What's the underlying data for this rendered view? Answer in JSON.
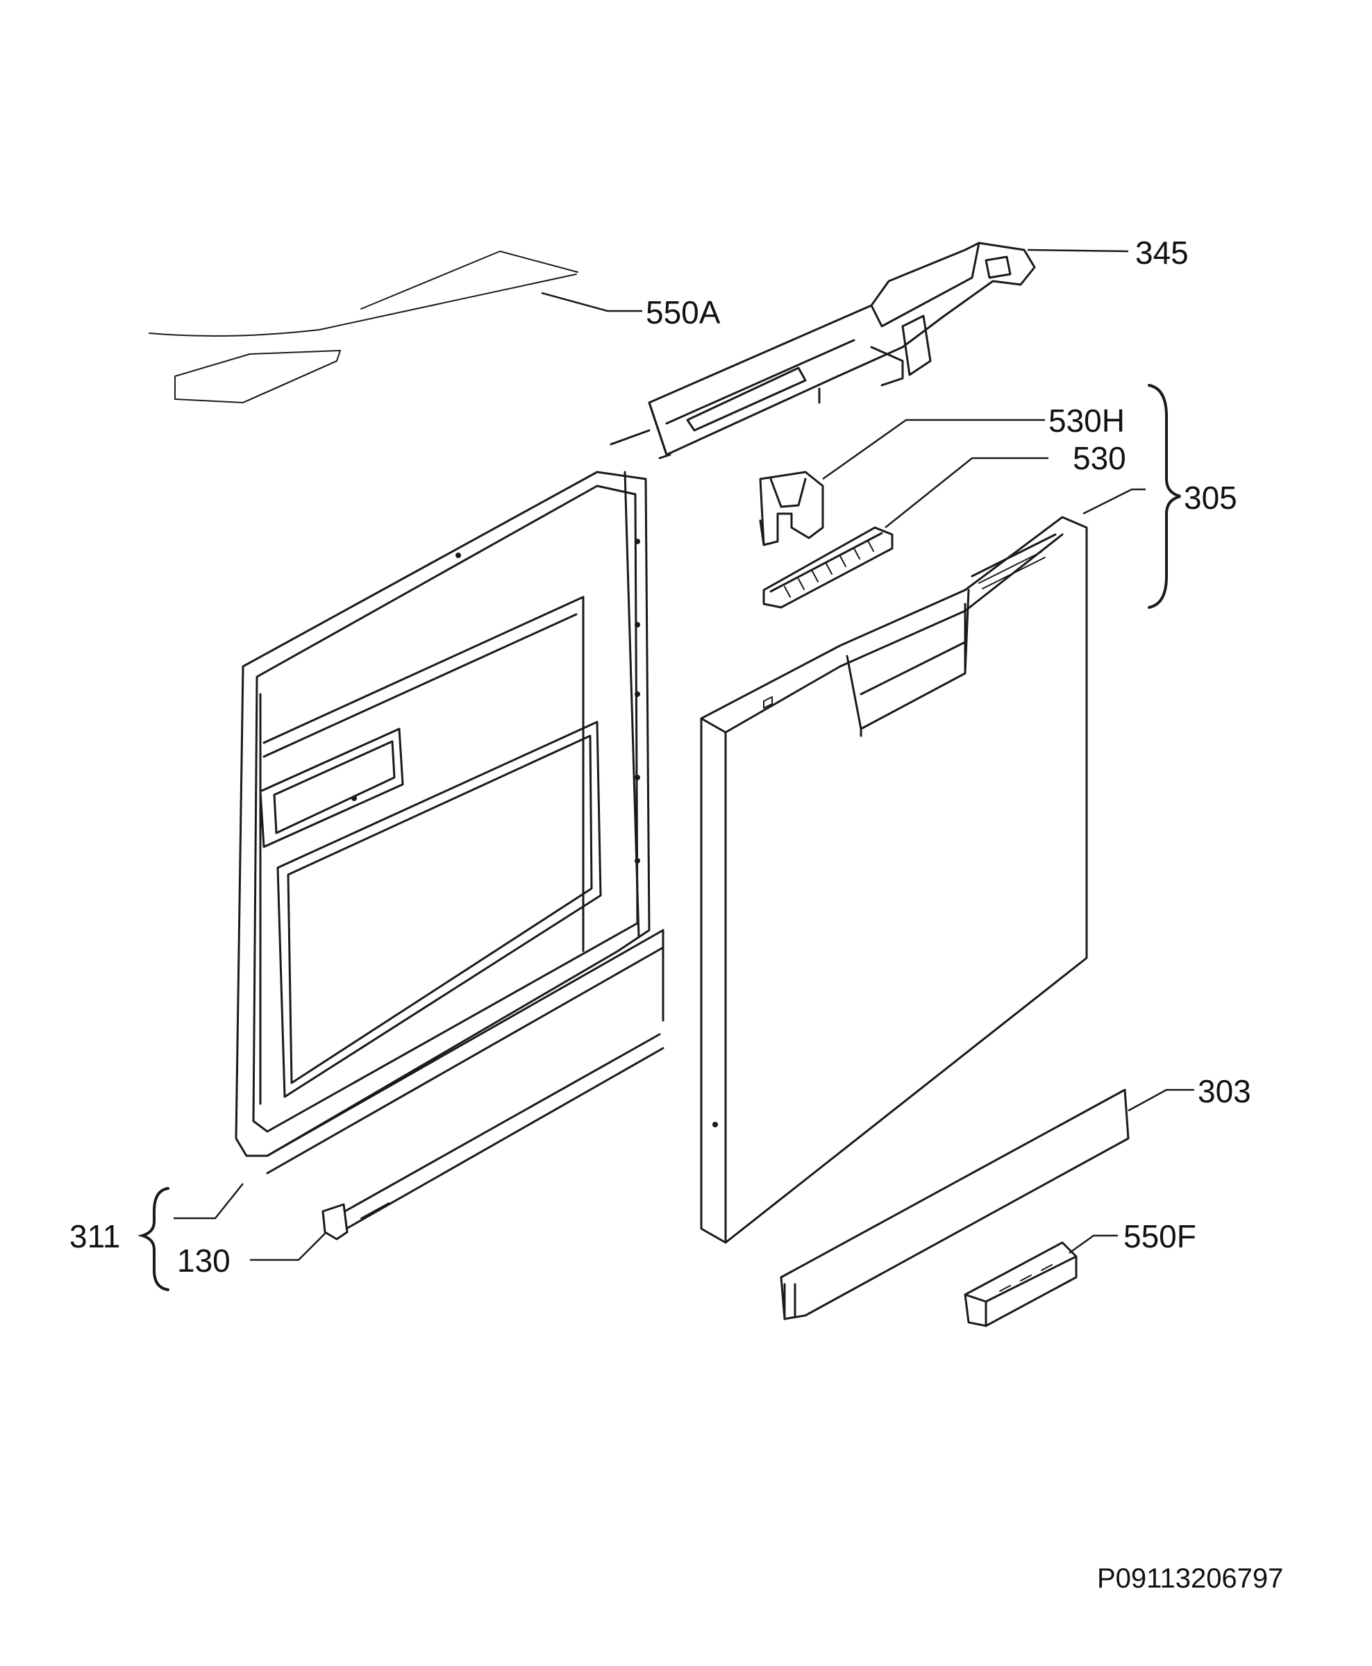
{
  "callouts": {
    "c345": "345",
    "c550A": "550A",
    "c530H": "530H",
    "c530": "530",
    "c305": "305",
    "c303": "303",
    "c311": "311",
    "c130": "130",
    "c550F": "550F"
  },
  "drawing_code": "P09113206797"
}
